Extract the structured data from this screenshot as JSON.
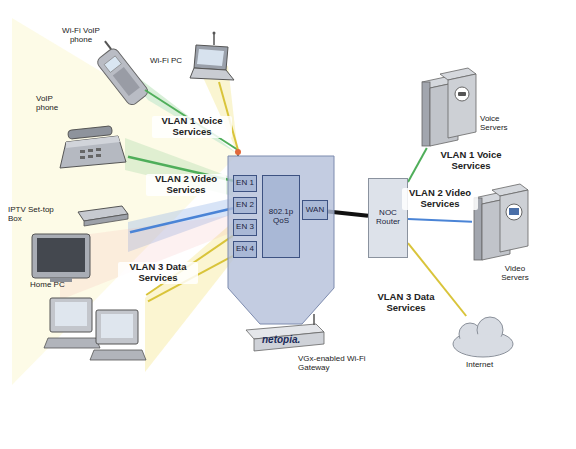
{
  "diagram": {
    "nodes": [
      {
        "text": [
          "netopia.",
          "VGx-enabled Wi-Fi Gateway"
        ]
      },
      {
        "text": [
          "EN 1"
        ],
        "in": 0
      },
      {
        "text": [
          "EN 2"
        ],
        "in": 0
      },
      {
        "text": [
          "EN 3"
        ],
        "in": 0
      },
      {
        "text": [
          "EN 4"
        ],
        "in": 0
      },
      {
        "text": [
          "802.1p QoS"
        ],
        "in": 0
      },
      {
        "text": [
          "WAN"
        ],
        "in": 0
      },
      {
        "text": [
          "NOC Router"
        ]
      },
      {
        "text": [
          "Wi-Fi VoIP phone"
        ]
      },
      {
        "text": [
          "Wi-Fi PC"
        ]
      },
      {
        "text": [
          "VoIP phone"
        ]
      },
      {
        "text": [
          "IPTV Set-top Box"
        ]
      },
      {
        "text": [
          "Home PC"
        ]
      },
      {
        "text": [
          "Voice Servers"
        ]
      },
      {
        "text": [
          "Video Servers"
        ]
      },
      {
        "text": [
          "Internet"
        ]
      }
    ],
    "edges": [
      {
        "from": 8,
        "to": 0,
        "arrow": "none"
      },
      {
        "from": 9,
        "to": 0,
        "arrow": "none"
      },
      {
        "from": 10,
        "to": 1,
        "arrow": "none"
      },
      {
        "from": 11,
        "to": 2,
        "arrow": "none"
      },
      {
        "from": 12,
        "to": 3,
        "arrow": "none"
      },
      {
        "from": 12,
        "to": 4,
        "arrow": "none"
      },
      {
        "from": 6,
        "to": 7,
        "arrow": "none"
      },
      {
        "from": 7,
        "to": 13,
        "arrow": "none"
      },
      {
        "from": 7,
        "to": 14,
        "arrow": "none"
      },
      {
        "from": 7,
        "to": 15,
        "arrow": "none"
      }
    ],
    "labels": [
      "VLAN 1 Voice Services",
      "VLAN 2 Video Services",
      "VLAN 3 Data Services",
      "VLAN 1 Voice Services",
      "VLAN 2 Video Services",
      "VLAN 3 Data Services"
    ]
  }
}
